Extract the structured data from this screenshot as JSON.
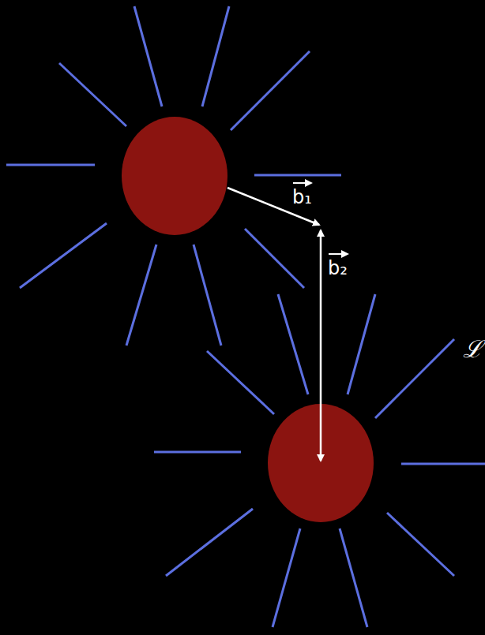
{
  "diagram": {
    "labels": [
      "b₁",
      "b₂",
      "ℒ"
    ]
  }
}
